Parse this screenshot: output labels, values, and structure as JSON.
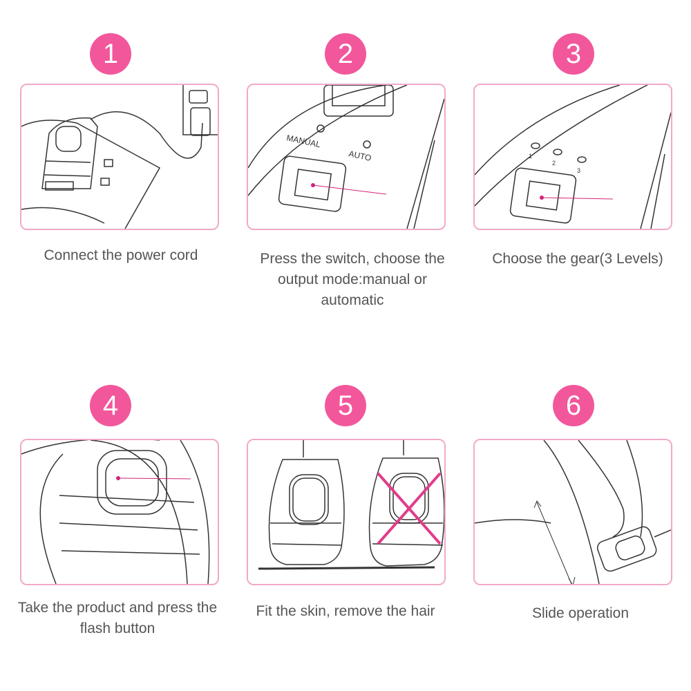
{
  "colors": {
    "accent": "#f2579b",
    "border": "#f2a9c9",
    "text": "#555555"
  },
  "steps": [
    {
      "number": "1",
      "caption": "Connect the power cord"
    },
    {
      "number": "2",
      "caption": "Press the switch, choose the output mode:manual or automatic",
      "labels": {
        "manual": "MANUAL",
        "auto": "AUTO"
      }
    },
    {
      "number": "3",
      "caption": "Choose the gear(3 Levels)",
      "labels": {
        "l1": "1",
        "l2": "2",
        "l3": "3"
      }
    },
    {
      "number": "4",
      "caption": "Take the product and press the flash button"
    },
    {
      "number": "5",
      "caption": "Fit the skin, remove the hair"
    },
    {
      "number": "6",
      "caption": "Slide operation"
    }
  ]
}
